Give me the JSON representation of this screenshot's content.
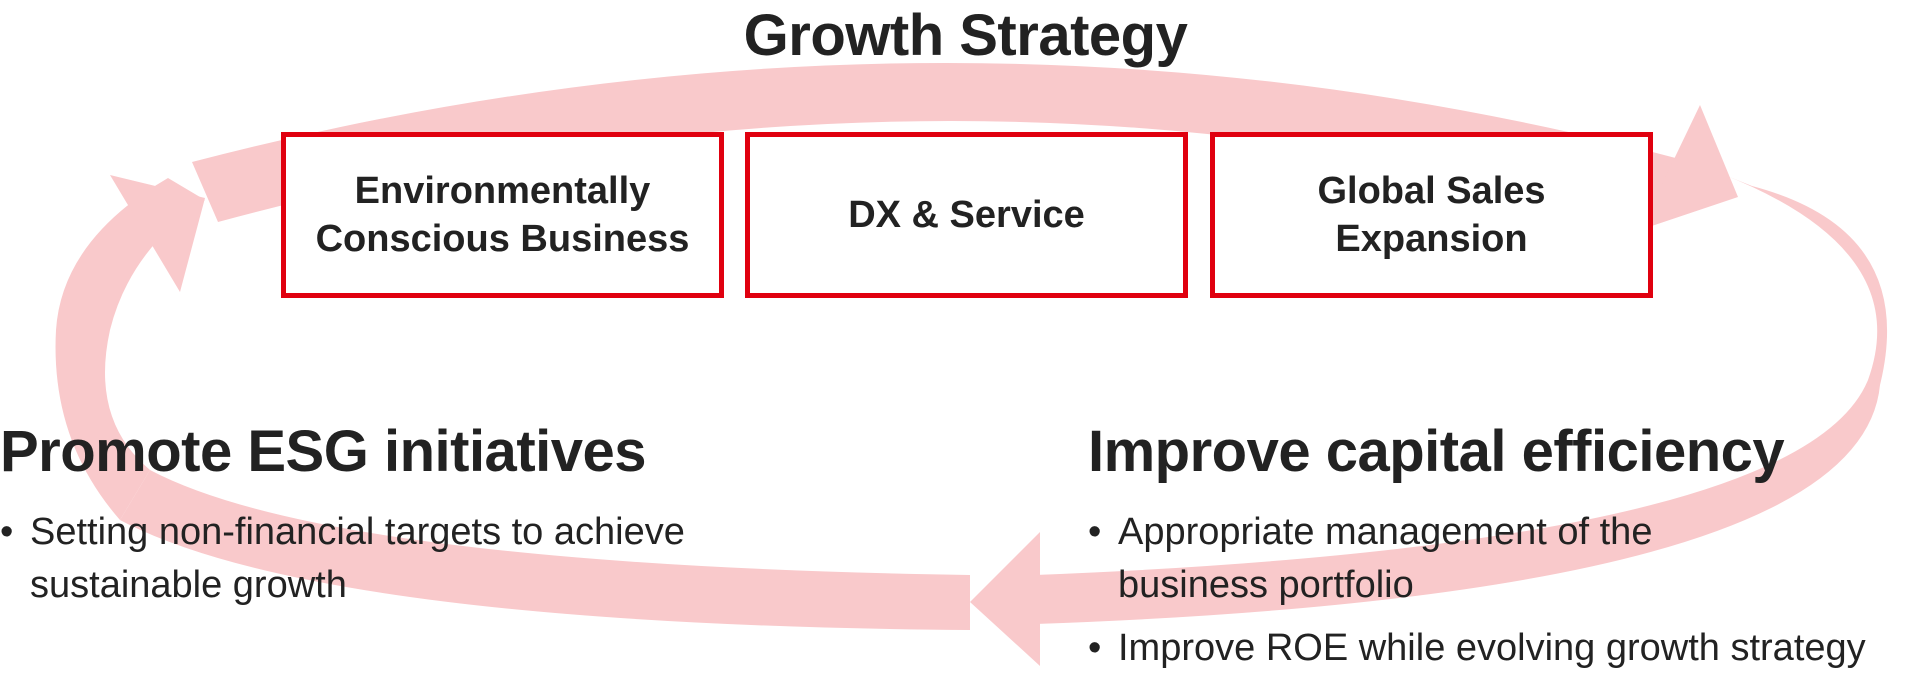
{
  "title": "Growth Strategy",
  "pillars": [
    "Environmentally\nConscious Business",
    "DX & Service",
    "Global Sales\nExpansion"
  ],
  "esg": {
    "heading": "Promote ESG initiatives",
    "bullets": [
      "Setting non-financial targets to achieve\nsustainable growth"
    ]
  },
  "capital": {
    "heading": "Improve capital efficiency",
    "bullets": [
      "Appropriate management of the\nbusiness portfolio",
      "Improve ROE while evolving growth strategy"
    ]
  },
  "bullet_symbol": "•",
  "colors": {
    "arrow": "#f9c9cb",
    "box_border": "#e0000f",
    "text": "#222222"
  }
}
